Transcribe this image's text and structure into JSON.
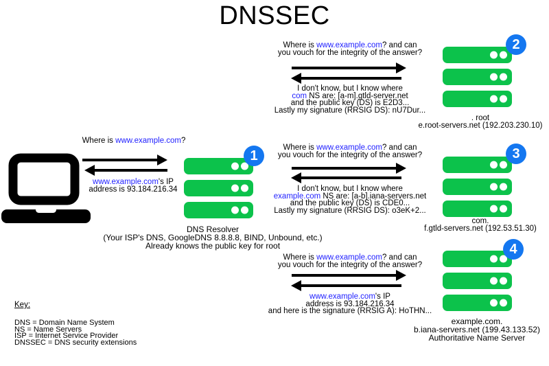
{
  "title": "DNSSEC",
  "colors": {
    "server_green": "#0cc24b",
    "badge_blue": "#1477f0",
    "link_blue": "#2222ff"
  },
  "client_resolver": {
    "badge": "1",
    "question": [
      [
        {
          "t": "Where is "
        },
        {
          "t": "www.example.com",
          "link": true
        },
        {
          "t": "?"
        }
      ]
    ],
    "answer": [
      [
        {
          "t": "www.example.com",
          "link": true
        },
        {
          "t": "'s IP"
        }
      ],
      [
        {
          "t": "address is 93.184.216.34"
        }
      ]
    ],
    "resolver_label": [
      "DNS Resolver",
      "(Your ISP's DNS, GoogleDNS 8.8.8.8, BIND, Unbound, etc.)",
      "Already knows the public key for root"
    ]
  },
  "root_exchange": {
    "badge": "2",
    "question": [
      [
        {
          "t": "Where is "
        },
        {
          "t": "www.example.com",
          "link": true
        },
        {
          "t": "? and can"
        }
      ],
      [
        {
          "t": "you vouch for the integrity of the answer?"
        }
      ]
    ],
    "answer": [
      [
        {
          "t": "I don't know, but I know where"
        }
      ],
      [
        {
          "t": "com",
          "link": true
        },
        {
          "t": " NS are: [a-m].gtld-server.net"
        }
      ],
      [
        {
          "t": "and the public key (DS) is E2D3..."
        }
      ],
      [
        {
          "t": "Lastly my signature (RRSIG DS): nU7Dur..."
        }
      ]
    ],
    "server_label": [
      ". root",
      "e.root-servers.net (192.203.230.10)"
    ]
  },
  "com_exchange": {
    "badge": "3",
    "question": [
      [
        {
          "t": "Where is "
        },
        {
          "t": "www.example.com",
          "link": true
        },
        {
          "t": "? and can"
        }
      ],
      [
        {
          "t": "you vouch for the integrity of the answer?"
        }
      ]
    ],
    "answer": [
      [
        {
          "t": "I don't know, but I know where"
        }
      ],
      [
        {
          "t": "example.com",
          "link": true
        },
        {
          "t": " NS are: [a-b].iana-servers.net"
        }
      ],
      [
        {
          "t": "and the public key (DS) is CDE0..."
        }
      ],
      [
        {
          "t": "Lastly my signature (RRSIG DS): o3eK+2..."
        }
      ]
    ],
    "server_label": [
      "com.",
      "f.gtld-servers.net (192.53.51.30)"
    ]
  },
  "auth_exchange": {
    "badge": "4",
    "question": [
      [
        {
          "t": "Where is "
        },
        {
          "t": "www.example.com",
          "link": true
        },
        {
          "t": "? and can"
        }
      ],
      [
        {
          "t": "you vouch for the integrity of the answer?"
        }
      ]
    ],
    "answer": [
      [
        {
          "t": "www.example.com",
          "link": true
        },
        {
          "t": "'s IP"
        }
      ],
      [
        {
          "t": "address is 93.184.216.34"
        }
      ],
      [
        {
          "t": "and here is the signature (RRSIG A): HoTHN..."
        }
      ]
    ],
    "server_label": [
      "example.com.",
      "b.iana-servers.net (199.43.133.52)",
      "Authoritative Name Server"
    ]
  },
  "key": {
    "title": "Key:",
    "items": [
      "DNS = Domain Name System",
      "NS = Name Servers",
      "ISP = Internet Service Provider",
      "DNSSEC = DNS security extensions"
    ]
  }
}
